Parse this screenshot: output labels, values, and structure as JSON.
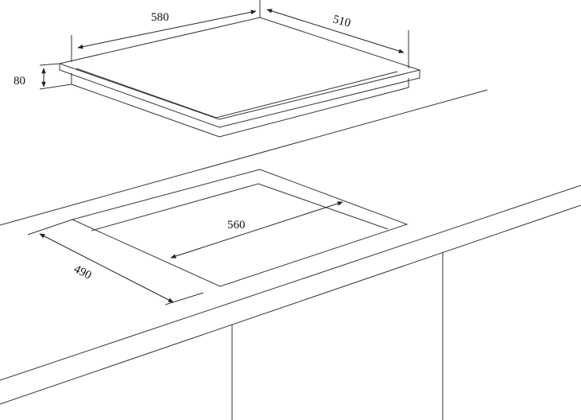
{
  "dimensions": {
    "hob_width": "580",
    "hob_depth": "510",
    "hob_height": "80",
    "cutout_width": "560",
    "cutout_depth": "490"
  },
  "colors": {
    "line": "#333333",
    "background": "#ffffff"
  }
}
